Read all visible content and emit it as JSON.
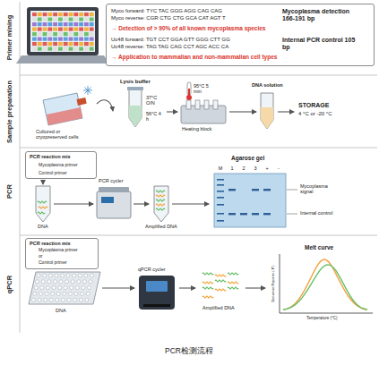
{
  "diagram": {
    "caption": "PCR检测流程",
    "nodes": [
      {
        "text": [
          "Myco forward: TYC TAC GGG AGG CAG CAG",
          "Myco reverse: CGR CTG CTG GCA CAT AGT T",
          "Mycoplasma detection 166-191 bp",
          "→ Detection of > 90% of all known mycoplasma species",
          "Uc48 forward: TGT CCT GGA GTT GGG CTT GG",
          "Uc48 reverse: TAG TAG CAG CCT AGC ACC CA",
          "Internal PCR control 105 bp",
          "→ Application to mammalian and non-mammalian cell types"
        ]
      },
      {
        "text": [
          "PCR reaction mix",
          "Mycoplasma primer",
          "Control primer"
        ]
      },
      {
        "text": [
          "PCR reaction mix",
          "Mycoplasma primer",
          "or",
          "Control primer"
        ]
      }
    ],
    "labels": [
      "Primer mining",
      "Sample preparation",
      "PCR",
      "qPCR",
      "Lysis buffer",
      "37°C O/N",
      "56°C 4 h",
      "95°C 5 min",
      "Heating block",
      "DNA solution",
      "STORAGE",
      "4 °C or -20 °C",
      "Cultured or cryopreserved cells",
      "DNA",
      "PCR cycler",
      "Amplified DNA",
      "Agarose gel",
      "M",
      "1",
      "2",
      "3",
      "+",
      "-",
      "Mycoplasma signal",
      "Internal control",
      "DNA",
      "qPCR cycler",
      "Amplified DNA",
      "Melt curve",
      "Derivative Reporter (-R')",
      "Temperature (°C)"
    ]
  }
}
